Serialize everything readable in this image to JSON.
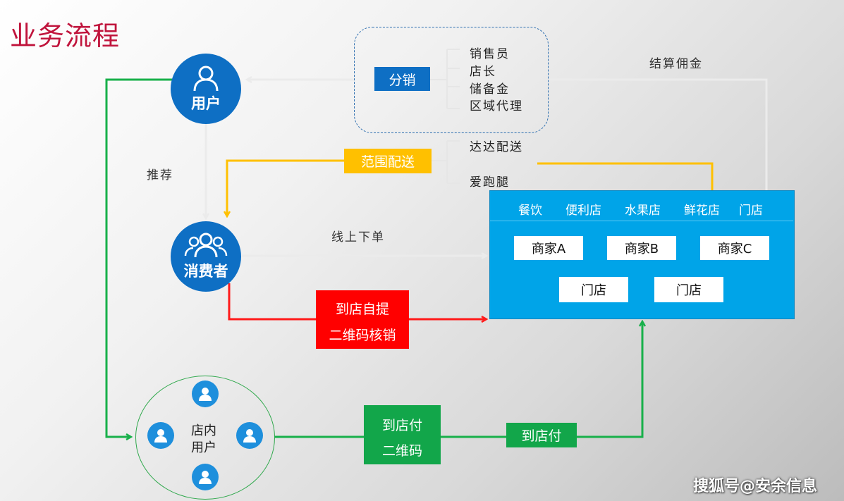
{
  "title": "业务流程",
  "user_node": {
    "label": "用户"
  },
  "consumer_node": {
    "label": "消费者"
  },
  "distribution": {
    "label": "分销",
    "items": [
      "销售员",
      "店长",
      "储备金",
      "区域代理"
    ]
  },
  "delivery": {
    "label": "范围配送",
    "items": [
      "达达配送",
      "爱跑腿"
    ]
  },
  "notes": {
    "commission": "结算佣金",
    "recommend": "推荐",
    "online_order": "线上下单"
  },
  "merchants_panel": {
    "categories": [
      "餐饮",
      "便利店",
      "水果店",
      "鲜花店",
      "门店"
    ],
    "merchants": [
      "商家A",
      "商家B",
      "商家C"
    ],
    "stores": [
      "门店",
      "门店"
    ]
  },
  "pickup": {
    "line1": "到店自提",
    "line2": "二维码核销"
  },
  "instore_users": {
    "line1": "店内",
    "line2": "用户"
  },
  "pay_qr": {
    "line1": "到店付",
    "line2": "二维码"
  },
  "pay_label": "到店付",
  "watermark": "搜狐号@安余信息",
  "colors": {
    "title": "#c0143c",
    "node_blue": "#0e6fc4",
    "panel_blue": "#00a4e8",
    "distribution_tag": "#0e6fc4",
    "delivery_tag": "#ffc000",
    "pickup_red": "#ff0000",
    "pay_green": "#12a64a",
    "line_gray": "#ebebeb",
    "line_yellow": "#ffc000",
    "line_red": "#ff1a1a",
    "line_green": "#18b04a"
  }
}
